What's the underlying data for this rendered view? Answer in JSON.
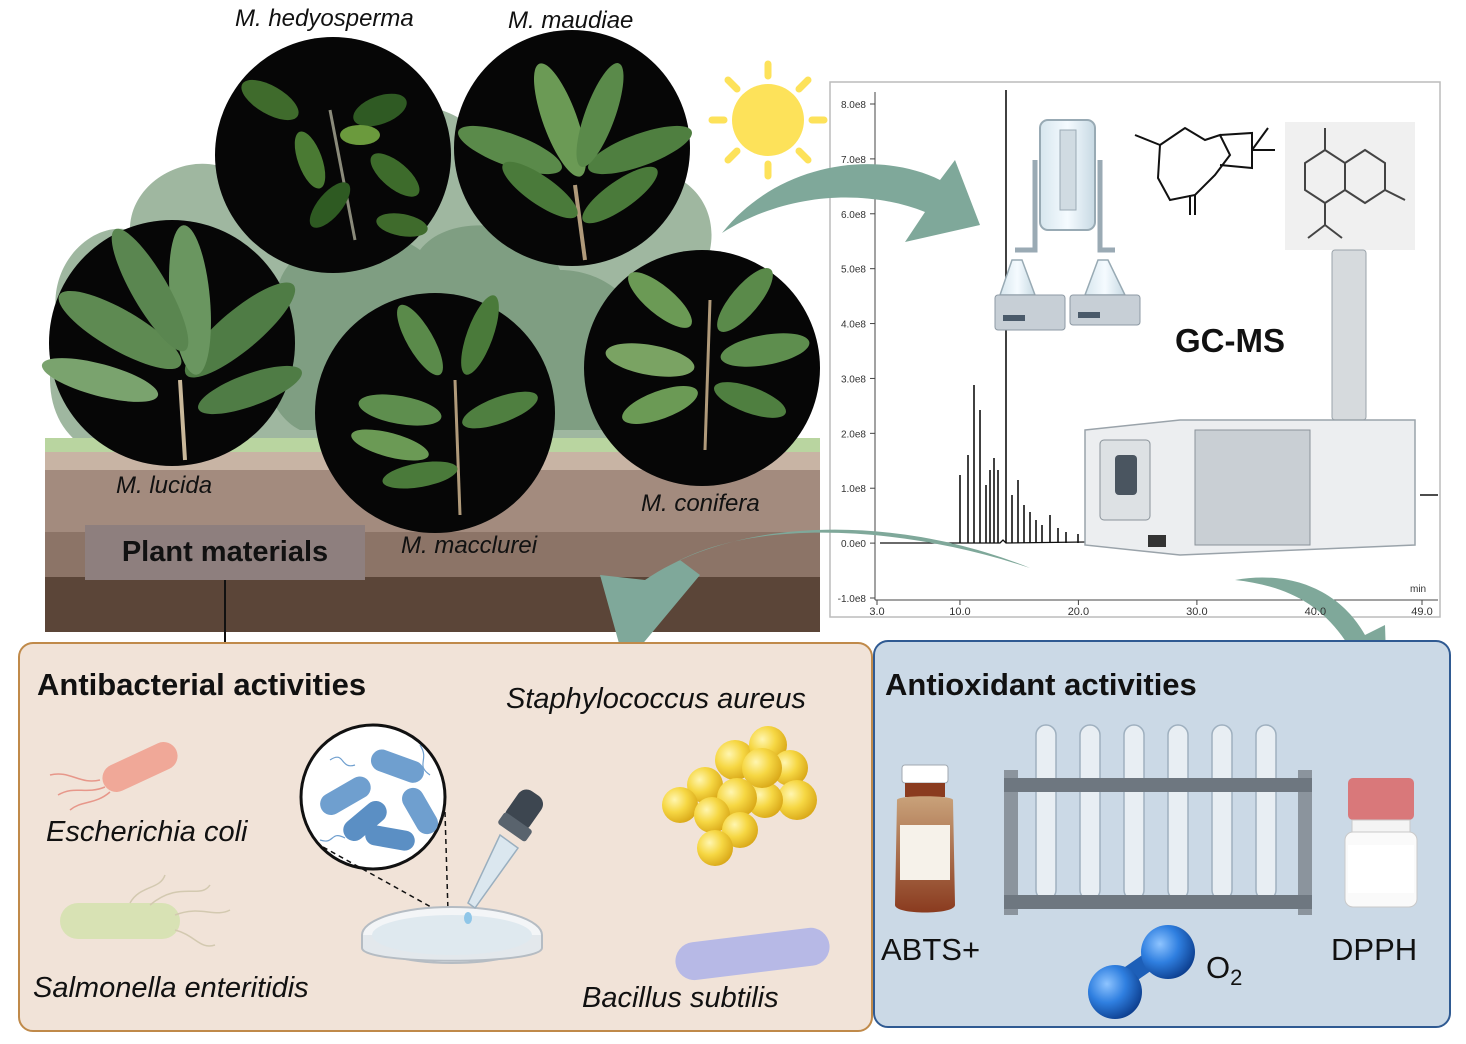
{
  "species": {
    "hedyosperma": "M. hedyosperma",
    "maudiae": "M. maudiae",
    "lucida": "M. lucida",
    "macclurei": "M. macclurei",
    "conifera": "M. conifera"
  },
  "plant_materials": "Plant materials",
  "gcms": {
    "label": "GC-MS",
    "y_ticks": [
      "8.0e8",
      "7.0e8",
      "6.0e8",
      "5.0e8",
      "4.0e8",
      "3.0e8",
      "2.0e8",
      "1.0e8",
      "0.0e0",
      "-1.0e8"
    ],
    "x_ticks": [
      "3.0",
      "10.0",
      "20.0",
      "30.0",
      "40.0",
      "49.0"
    ],
    "x_unit": "min"
  },
  "antibacterial": {
    "title": "Antibacterial activities",
    "ecoli": "Escherichia coli",
    "salmonella": "Salmonella enteritidis",
    "staph": "Staphylococcus aureus",
    "bacillus": "Bacillus subtilis"
  },
  "antioxidant": {
    "title": "Antioxidant activities",
    "abts": "ABTS+",
    "o2_main": "O",
    "o2_sub": "2",
    "dpph": "DPPH"
  },
  "colors": {
    "arrow": "#7fa89a",
    "antibacterial_bg": "#f1e3d8",
    "antibacterial_border": "#c08a4a",
    "antioxidant_bg": "#cbd9e6",
    "antioxidant_border": "#2f5a92",
    "soil_dark": "#5b4538",
    "soil_mid": "#8c7467",
    "soil_light": "#a89083"
  }
}
